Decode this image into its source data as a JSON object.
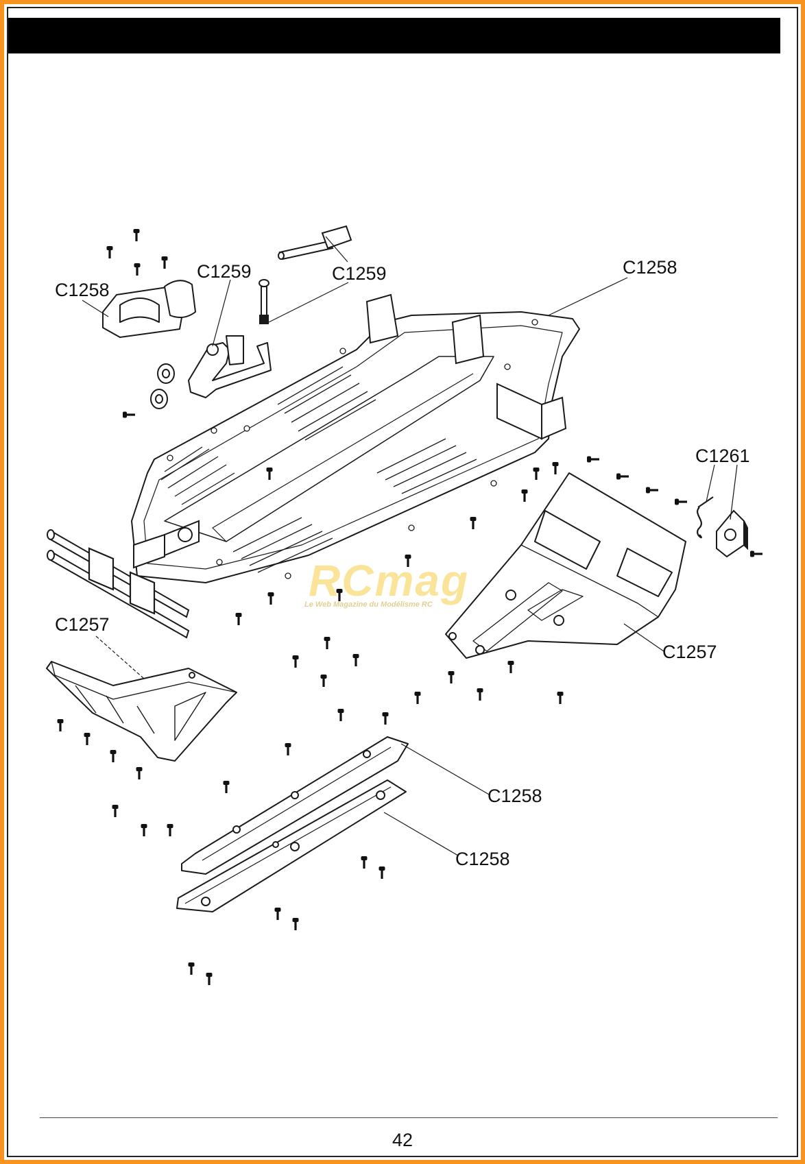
{
  "labels": [
    {
      "id": "lbl-c1258-gearcover",
      "text": "C1258"
    },
    {
      "id": "lbl-c1259-bracket",
      "text": "C1259"
    },
    {
      "id": "lbl-c1259-servosaver",
      "text": "C1259"
    },
    {
      "id": "lbl-c1258-chassis",
      "text": "C1258"
    },
    {
      "id": "lbl-c1261",
      "text": "C1261"
    },
    {
      "id": "lbl-c1257-rear",
      "text": "C1257"
    },
    {
      "id": "lbl-c1257-front",
      "text": "C1257"
    },
    {
      "id": "lbl-c1258-side-upper",
      "text": "C1258"
    },
    {
      "id": "lbl-c1258-side-lower",
      "text": "C1258"
    }
  ],
  "watermark": {
    "brand": "RCmag",
    "tagline": "Le Web Magazine du Modélisme RC"
  },
  "page_number": "42",
  "colors": {
    "frame": "#F7931E",
    "header": "#000000",
    "line": "#1a1a1a"
  }
}
